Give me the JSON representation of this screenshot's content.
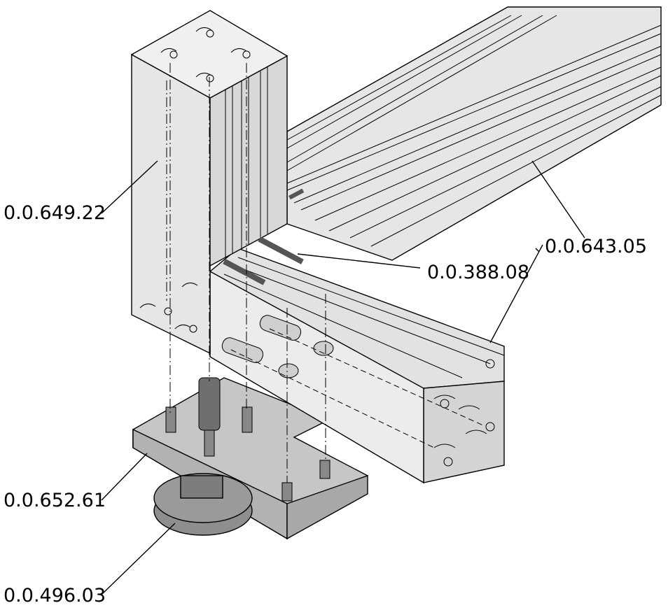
{
  "labels": {
    "vertical_profile": "0.0.649.22",
    "horizontal_profile": "0.0.643.05",
    "fastener": "0.0.388.08",
    "base_plate": "0.0.652.61",
    "foot": "0.0.496.03"
  },
  "colors": {
    "profile_light": "#e4e4e4",
    "profile_mid": "#d2d2d2",
    "profile_dark": "#bdbdbd",
    "plate_top": "#c8c8c8",
    "plate_side": "#b0b0b0",
    "foot": "#8c8c8c",
    "line": "#000000"
  }
}
